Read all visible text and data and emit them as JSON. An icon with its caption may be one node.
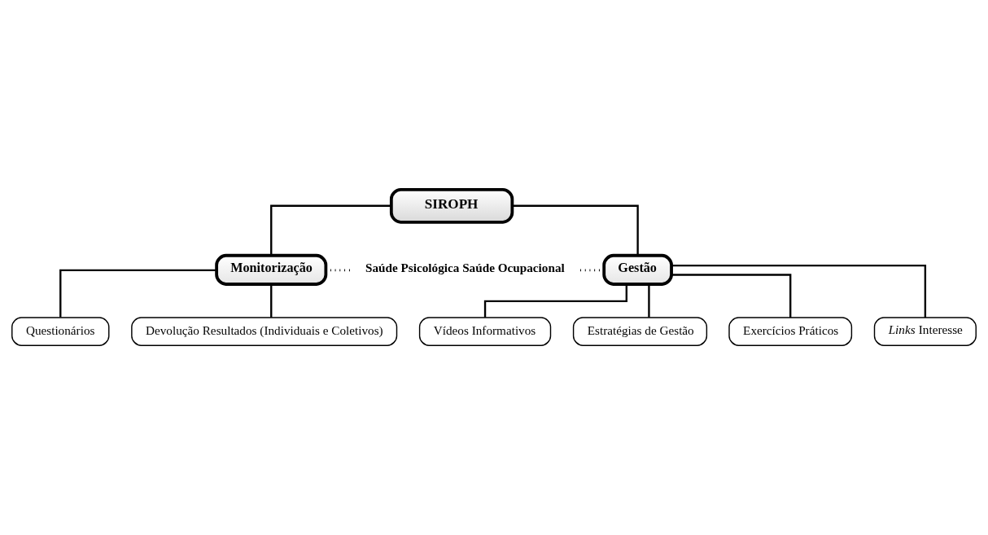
{
  "diagram": {
    "nodes": [
      {
        "text": [
          "SIROPH"
        ]
      },
      {
        "text": [
          "Monitorização"
        ]
      },
      {
        "text": [
          "Saúde Psicológica Saúde Ocupacional"
        ]
      },
      {
        "text": [
          "Gestão"
        ]
      },
      {
        "text": [
          "Questionários"
        ]
      },
      {
        "text": [
          "Devolução Resultados (Individuais e Coletivos)"
        ]
      },
      {
        "text": [
          "Vídeos Informativos"
        ]
      },
      {
        "text": [
          "Estratégias de Gestão"
        ]
      },
      {
        "text": [
          "Exercícios Práticos"
        ]
      },
      {
        "text": [
          "*Links* Interesse"
        ]
      }
    ],
    "edges": [
      {
        "from": 0,
        "to": 1,
        "arrow": "none"
      },
      {
        "from": 0,
        "to": 3,
        "arrow": "none"
      },
      {
        "from": 1,
        "to": 2,
        "arrow": "none",
        "style": "dashed"
      },
      {
        "from": 2,
        "to": 3,
        "arrow": "none",
        "style": "dashed"
      },
      {
        "from": 1,
        "to": 4,
        "arrow": "none"
      },
      {
        "from": 1,
        "to": 5,
        "arrow": "none"
      },
      {
        "from": 3,
        "to": 6,
        "arrow": "none"
      },
      {
        "from": 3,
        "to": 7,
        "arrow": "none"
      },
      {
        "from": 3,
        "to": 8,
        "arrow": "none"
      },
      {
        "from": 3,
        "to": 9,
        "arrow": "none"
      }
    ]
  }
}
